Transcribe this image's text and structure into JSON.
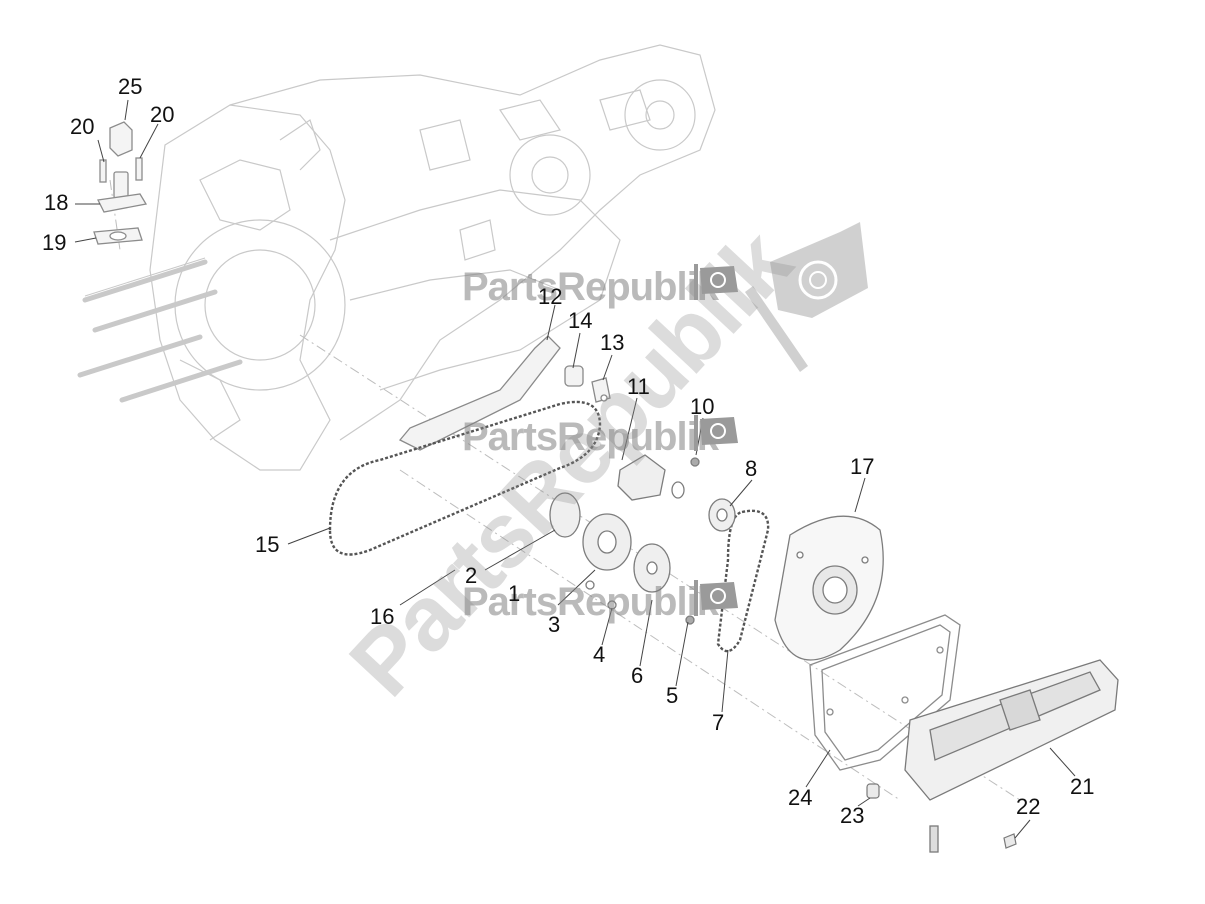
{
  "watermark": {
    "brand": "PartsRepublik"
  },
  "callouts": [
    {
      "id": "c25",
      "label": "25"
    },
    {
      "id": "c20a",
      "label": "20"
    },
    {
      "id": "c20b",
      "label": "20"
    },
    {
      "id": "c18",
      "label": "18"
    },
    {
      "id": "c19",
      "label": "19"
    },
    {
      "id": "c12",
      "label": "12"
    },
    {
      "id": "c14",
      "label": "14"
    },
    {
      "id": "c13",
      "label": "13"
    },
    {
      "id": "c11",
      "label": "11"
    },
    {
      "id": "c10",
      "label": "10"
    },
    {
      "id": "c8",
      "label": "8"
    },
    {
      "id": "c17",
      "label": "17"
    },
    {
      "id": "c15",
      "label": "15"
    },
    {
      "id": "c2",
      "label": "2"
    },
    {
      "id": "c16",
      "label": "16"
    },
    {
      "id": "c1",
      "label": "1"
    },
    {
      "id": "c3",
      "label": "3"
    },
    {
      "id": "c4",
      "label": "4"
    },
    {
      "id": "c6",
      "label": "6"
    },
    {
      "id": "c5",
      "label": "5"
    },
    {
      "id": "c7",
      "label": "7"
    },
    {
      "id": "c24",
      "label": "24"
    },
    {
      "id": "c23",
      "label": "23"
    },
    {
      "id": "c21",
      "label": "21"
    },
    {
      "id": "c22",
      "label": "22"
    }
  ],
  "colors": {
    "line_art": "#9a9a9a",
    "line_art_light": "#c8c8c8",
    "watermark": "#8c8c8c"
  }
}
